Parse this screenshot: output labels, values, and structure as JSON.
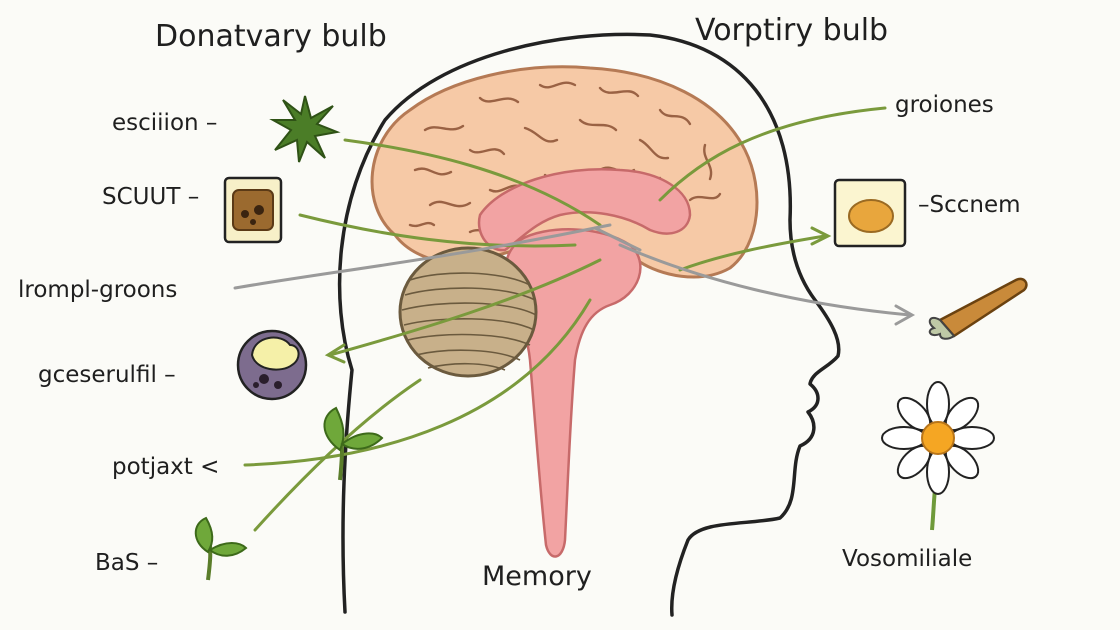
{
  "titles": {
    "left": "Donatvary bulb",
    "right": "Vorptiry bulb"
  },
  "labels_left": {
    "escilion": "esciiion –",
    "scuut": "SCUUT –",
    "trompl": "lrompl-groons",
    "gceserulfil": "gceserulfil –",
    "potjaxt": "potjaxt <",
    "bas": "BaS –"
  },
  "labels_right": {
    "groiones": "groiones",
    "sccnem": "–Sccnem",
    "vosomiliale": "Vosomiliale"
  },
  "bottom_label": "Memory",
  "colors": {
    "ink": "#222222",
    "brain": "#f6c9a6",
    "brainstem": "#f2a3a3",
    "cerebellum": "#b8a07a",
    "connector_green": "#7a9a3c",
    "connector_gray": "#9a9a9a",
    "daisy_center": "#f5a623"
  },
  "icons": [
    "star-burst-icon",
    "jar-icon",
    "round-fruit-icon",
    "sprout-icon",
    "sprout-small-icon",
    "cheese-jar-icon",
    "carrot-icon",
    "daisy-icon"
  ]
}
